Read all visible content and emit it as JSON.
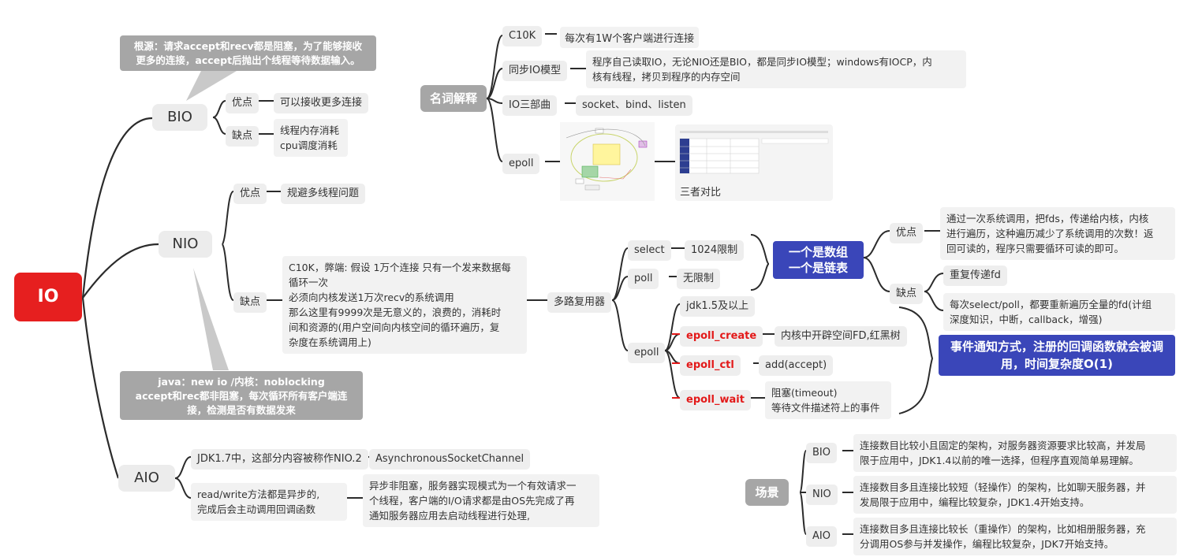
{
  "root": "IO",
  "bio": {
    "label": "BIO",
    "callout": [
      "根源：请求accept和recv都是阻塞，为了能够接收",
      "更多的连接，accept后抛出个线程等待数据输入。"
    ],
    "pros_label": "优点",
    "pros": "可以接收更多连接",
    "cons_label": "缺点",
    "cons": [
      "线程内存消耗",
      "cpu调度消耗"
    ]
  },
  "nio": {
    "label": "NIO",
    "pros_label": "优点",
    "pros": "规避多线程问题",
    "cons_label": "缺点",
    "cons": [
      "C10K，弊端: 假设 1万个连接 只有一个发来数据每",
      "循环一次",
      "必须向内核发送1万次recv的系统调用",
      "那么这里有9999次是无意义的，浪费的，消耗时",
      "间和资源的(用户空间向内核空间的循环遍历，复",
      "杂度在系统调用上)"
    ],
    "callout": [
      "java：new io /内核：noblocking",
      "accept和rec都非阻塞，每次循环所有客户端连",
      "接，检测是否有数据发来"
    ]
  },
  "aio": {
    "label": "AIO",
    "item1": "JDK1.7中，这部分内容被称作NIO.2",
    "item1_child": "AsynchronousSocketChannel",
    "item2": [
      "read/write方法都是异步的,",
      "完成后会主动调用回调函数"
    ],
    "item2_child": [
      "异步非阻塞，服务器实现模式为一个有效请求一",
      "个线程，客户端的I/O请求都是由OS先完成了再",
      "通知服务器应用去启动线程进行处理,"
    ]
  },
  "glossary": {
    "label": "名词解释",
    "c10k": "C10K",
    "c10k_desc": "每次有1W个客户端进行连接",
    "syncio": "同步IO模型",
    "syncio_desc": [
      "程序自己读取IO，无论NIO还是BIO，都是同步IO模型；windows有IOCP，内",
      "核有线程，拷贝到程序的内存空间"
    ],
    "io3": "IO三部曲",
    "io3_desc": "socket、bind、listen",
    "epoll": "epoll",
    "compare": "三者对比"
  },
  "mux": {
    "label": "多路复用器",
    "select": "select",
    "select_desc": "1024限制",
    "poll": "poll",
    "poll_desc": "无限制",
    "tag": [
      "一个是数组",
      "一个是链表"
    ],
    "pros_label": "优点",
    "pros": [
      "通过一次系统调用，把fds，传递给内核，内核",
      "进行遍历，这种遍历减少了系统调用的次数！返",
      "回可读的，程序只需要循环可读的即可。"
    ],
    "cons_label": "缺点",
    "cons1": "重复传递fd",
    "cons2": [
      "每次select/poll，都要重新遍历全量的fd(计组",
      "深度知识，中断，callback，增强)"
    ],
    "epoll": "epoll",
    "jdk": "jdk1.5及以上",
    "create": "epoll_create",
    "create_desc": "内核中开辟空间FD,红黑树",
    "ctl": "epoll_ctl",
    "ctl_desc": "add(accept)",
    "wait": "epoll_wait",
    "wait_desc": [
      "阻塞(timeout)",
      "等待文件描述符上的事件"
    ],
    "event": [
      "事件通知方式，注册的回调函数就会被调",
      "用，时间复杂度O(1)"
    ]
  },
  "scene": {
    "label": "场景",
    "bio": "BIO",
    "bio_desc": [
      "连接数目比较小且固定的架构，对服务器资源要求比较高，并发局",
      "限于应用中，JDK1.4以前的唯一选择，但程序直观简单易理解。"
    ],
    "nio": "NIO",
    "nio_desc": [
      "连接数目多且连接比较短（轻操作）的架构，比如聊天服务器，并",
      "发局限于应用中，编程比较复杂，JDK1.4开始支持。"
    ],
    "aio": "AIO",
    "aio_desc": [
      "连接数目多且连接比较长（重操作）的架构，比如相册服务器，充",
      "分调用OS参与并发操作，编程比较复杂，JDK7开始支持。"
    ]
  },
  "colors": {
    "root": "#e61f1f",
    "tag": "#3a46b9",
    "callout": "#a6a6a6",
    "line": "#2b2b2b"
  }
}
